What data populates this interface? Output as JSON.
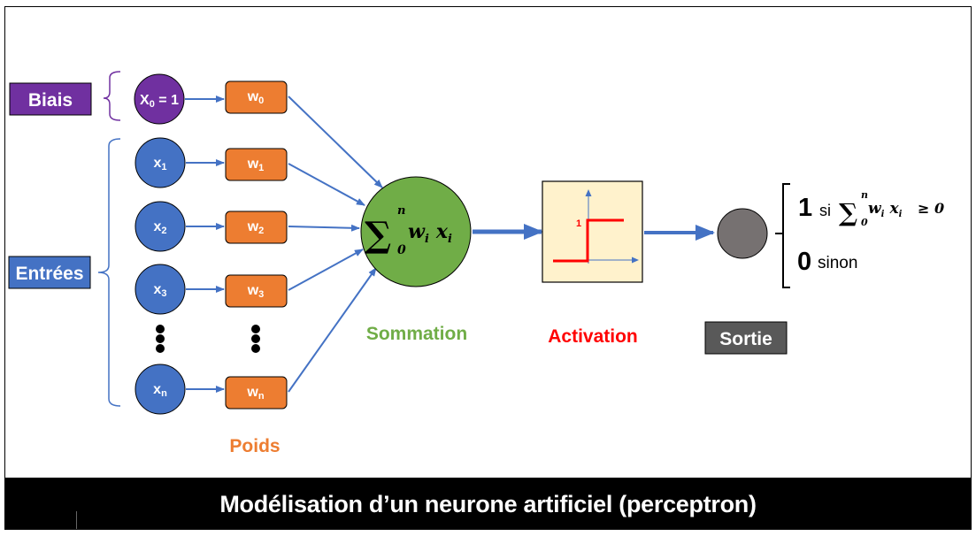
{
  "labels": {
    "bias": "Biais",
    "inputs": "Entrées",
    "weights": "Poids",
    "summation": "Sommation",
    "activation": "Activation",
    "output": "Sortie"
  },
  "bias_node": {
    "base": "X",
    "sub": "0",
    "suffix": " = 1"
  },
  "input_nodes": [
    {
      "base": "x",
      "sub": "1"
    },
    {
      "base": "x",
      "sub": "2"
    },
    {
      "base": "x",
      "sub": "3"
    },
    {
      "base": "x",
      "sub": "n"
    }
  ],
  "weight_nodes": [
    {
      "base": "w",
      "sub": "0"
    },
    {
      "base": "w",
      "sub": "1"
    },
    {
      "base": "w",
      "sub": "2"
    },
    {
      "base": "w",
      "sub": "3"
    },
    {
      "base": "w",
      "sub": "n"
    }
  ],
  "summation_formula": {
    "sum_symbol": "∑",
    "upper": "n",
    "lower": "0",
    "w": "w",
    "w_sub": "i",
    "x": "x",
    "x_sub": "i"
  },
  "activation_graph": {
    "step_level_label": "1",
    "threshold": 0
  },
  "output_rule": {
    "case1_value": "1",
    "case1_word": "si",
    "case1_condition": "≥ 0",
    "case0_value": "0",
    "case0_word": "sinon"
  },
  "title": "Modélisation d’un neurone artificiel (perceptron)",
  "colors": {
    "bias": "#7030a0",
    "input": "#4472c4",
    "weight": "#ed7d31",
    "summation": "#70ad47",
    "activation_bg": "#fff2cc",
    "activation_red": "#ff0000",
    "output_node": "#767171",
    "output_label": "#595959",
    "arrow": "#4472c4"
  }
}
